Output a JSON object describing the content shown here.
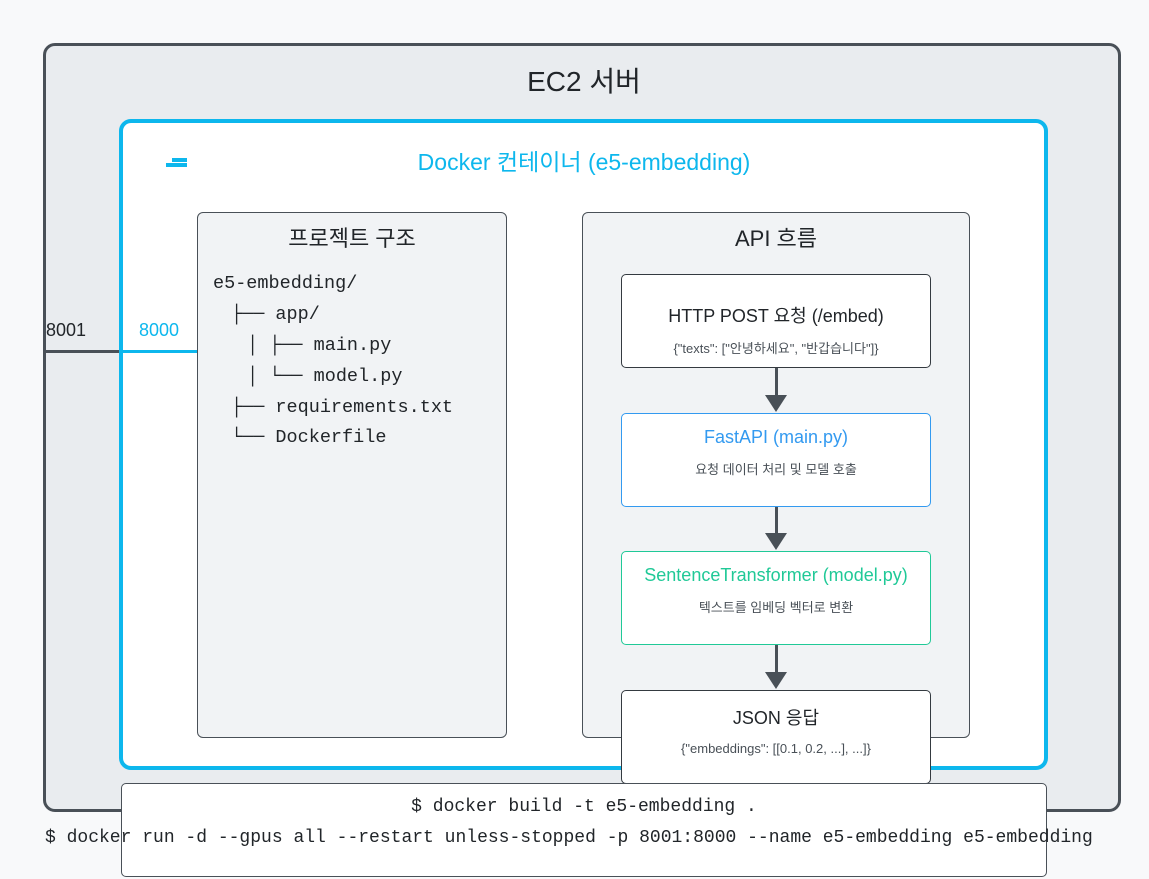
{
  "ec2": {
    "title": "EC2 서버"
  },
  "docker": {
    "title": "Docker 컨테이너 (e5-embedding)"
  },
  "ports": {
    "host": "8001",
    "container": "8000"
  },
  "project": {
    "title": "프로젝트 구조",
    "tree": [
      "e5-embedding/",
      "├── app/",
      "│ ├── main.py",
      "│ └── model.py",
      "├── requirements.txt",
      "└── Dockerfile"
    ]
  },
  "api": {
    "title": "API 흐름",
    "steps": [
      {
        "title": "HTTP POST 요청 (/embed)",
        "subtitle": "{\"texts\": [\"안녕하세요\", \"반갑습니다\"]}",
        "color": "#212529"
      },
      {
        "title": "FastAPI (main.py)",
        "subtitle": "요청 데이터 처리 및 모델 호출",
        "color": "#339af0"
      },
      {
        "title": "SentenceTransformer (model.py)",
        "subtitle": "텍스트를 임베딩 벡터로 변환",
        "color": "#20c997"
      },
      {
        "title": "JSON 응답",
        "subtitle": "{\"embeddings\": [[0.1, 0.2, ...], ...]}",
        "color": "#212529"
      }
    ]
  },
  "commands": [
    "$ docker build -t e5-embedding .",
    "$ docker run -d --gpus all --restart unless-stopped -p 8001:8000 --name e5-embedding e5-embedding"
  ],
  "colors": {
    "docker": "#0db7ed",
    "border": "#495057",
    "fastapi": "#339af0",
    "model": "#20c997"
  }
}
